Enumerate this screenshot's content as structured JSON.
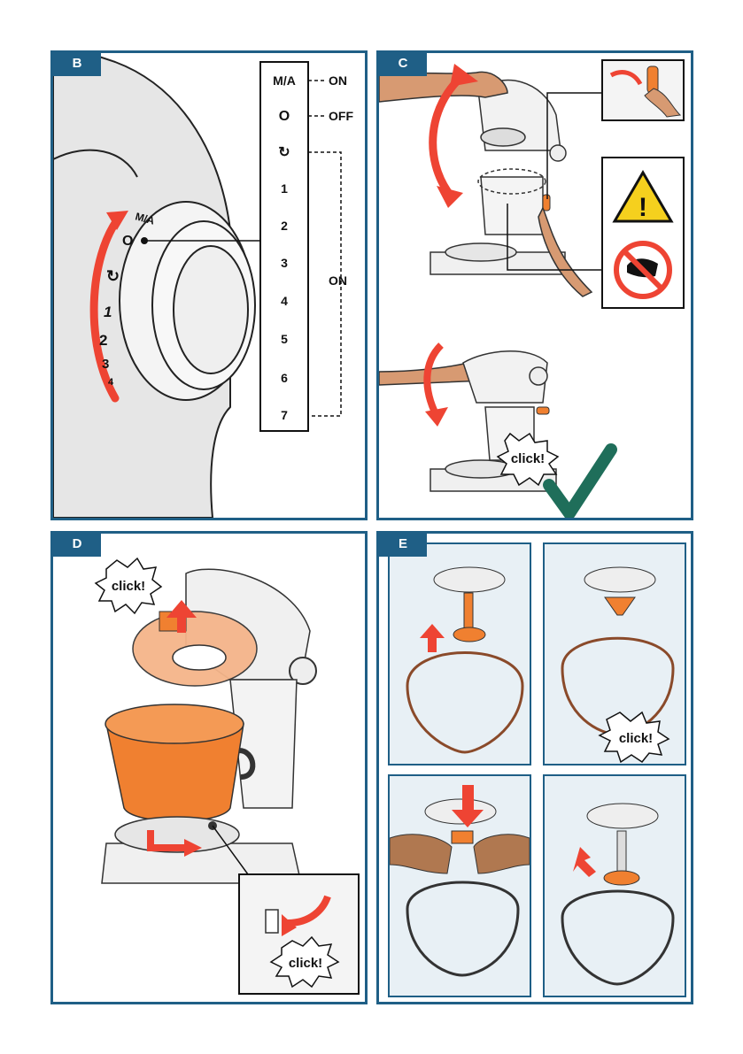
{
  "panels": {
    "b": {
      "tag": "B"
    },
    "c": {
      "tag": "C"
    },
    "d": {
      "tag": "D"
    },
    "e": {
      "tag": "E"
    }
  },
  "dial": {
    "labels": [
      "M/A",
      "O",
      "↻",
      "1",
      "2",
      "3",
      "4",
      "5",
      "6",
      "7"
    ],
    "states": {
      "on_top": "ON",
      "off": "OFF",
      "on_range": "ON"
    },
    "knob_labels": [
      "M/A",
      "O",
      "↻",
      "1",
      "2",
      "3",
      "4"
    ]
  },
  "sound": {
    "click": "click!"
  },
  "colors": {
    "frame": "#1f5f86",
    "accent_red": "#ee4433",
    "orange": "#f08030",
    "check_green": "#1f6e5a",
    "warning_yellow": "#f5d01e"
  },
  "icons": [
    "warning-triangle-icon",
    "no-hand-icon",
    "check-mark-icon",
    "red-arrow-icon"
  ]
}
